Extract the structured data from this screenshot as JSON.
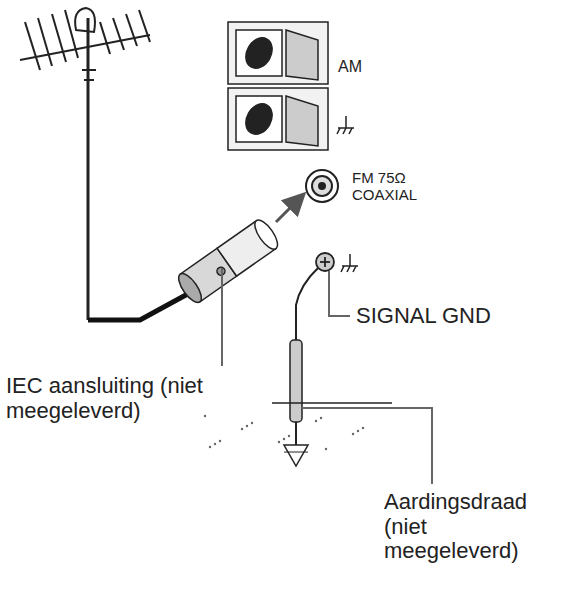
{
  "diagram": {
    "labels": [
      "AM",
      "FM 75Ω COAXIAL",
      "SIGNAL GND",
      "IEC aansluiting (niet meegeleverd)",
      "Aardingsdraad (niet meegeleverd)"
    ]
  }
}
